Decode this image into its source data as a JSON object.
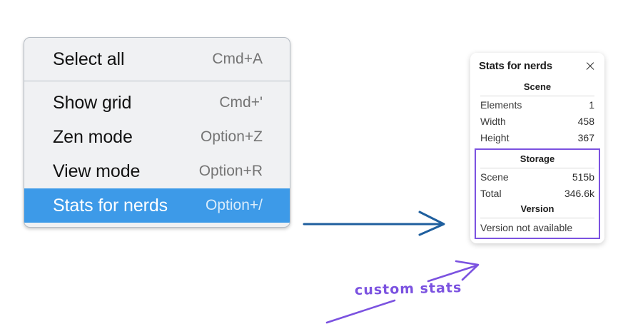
{
  "menu": {
    "sections": [
      {
        "items": [
          {
            "label": "Select all",
            "shortcut": "Cmd+A",
            "highlighted": false
          }
        ]
      },
      {
        "items": [
          {
            "label": "Show grid",
            "shortcut": "Cmd+'",
            "highlighted": false
          },
          {
            "label": "Zen mode",
            "shortcut": "Option+Z",
            "highlighted": false
          },
          {
            "label": "View mode",
            "shortcut": "Option+R",
            "highlighted": false
          },
          {
            "label": "Stats for nerds",
            "shortcut": "Option+/",
            "highlighted": true
          }
        ]
      }
    ],
    "highlight_color": "#3d9ae8"
  },
  "stats_panel": {
    "title": "Stats for nerds",
    "close_icon": "close-icon",
    "sections": [
      {
        "name": "scene",
        "title": "Scene",
        "highlighted": false,
        "rows": [
          {
            "label": "Elements",
            "value": "1"
          },
          {
            "label": "Width",
            "value": "458"
          },
          {
            "label": "Height",
            "value": "367"
          }
        ]
      },
      {
        "name": "storage",
        "title": "Storage",
        "highlighted": true,
        "rows": [
          {
            "label": "Scene",
            "value": "515b"
          },
          {
            "label": "Total",
            "value": "346.6k"
          }
        ]
      },
      {
        "name": "version",
        "title": "Version",
        "highlighted": true,
        "single_row": "Version not available"
      }
    ],
    "highlight_color": "#7b52e0"
  },
  "annotations": {
    "arrow_blue_color": "#1f5f9e",
    "arrow_purple_color": "#7b52e0",
    "handwritten_note": "custom stats"
  }
}
